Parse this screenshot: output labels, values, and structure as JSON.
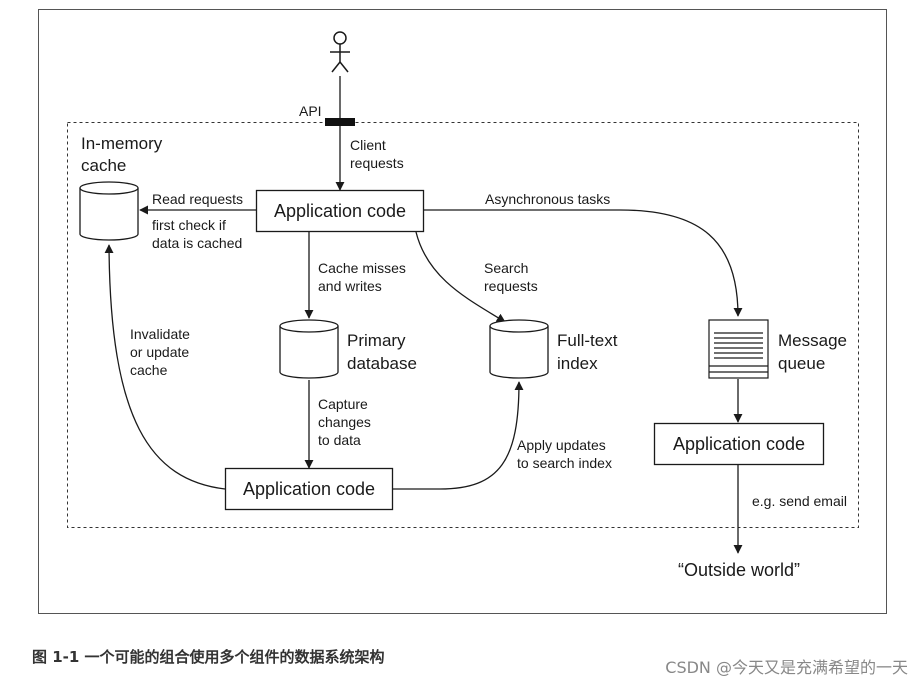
{
  "diagram": {
    "api_label": "API",
    "client_requests": [
      "Client",
      "requests"
    ],
    "cache_title": [
      "In-memory",
      "cache"
    ],
    "read_requests": [
      "Read requests",
      "first check if",
      "data is cached"
    ],
    "app_code_top": "Application code",
    "async_tasks": "Asynchronous tasks",
    "cache_misses": [
      "Cache misses",
      "and writes"
    ],
    "search_requests": [
      "Search",
      "requests"
    ],
    "primary_db": [
      "Primary",
      "database"
    ],
    "fulltext_index": [
      "Full-text",
      "index"
    ],
    "message_queue": [
      "Message",
      "queue"
    ],
    "invalidate_cache": [
      "Invalidate",
      "or update",
      "cache"
    ],
    "capture_changes": [
      "Capture",
      "changes",
      "to data"
    ],
    "apply_updates": [
      "Apply updates",
      "to search index"
    ],
    "app_code_bottom": "Application code",
    "app_code_right": "Application code",
    "send_email": "e.g. send email",
    "outside_world": "“Outside world”"
  },
  "caption": "图 1-1 一个可能的组合使用多个组件的数据系统架构",
  "watermark": "CSDN @今天又是充满希望的一天"
}
